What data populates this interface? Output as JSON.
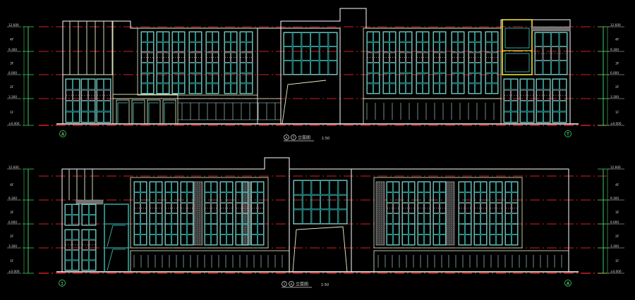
{
  "colors": {
    "background": "#000000",
    "outline": "#ffffff",
    "building": "#e8f5c8",
    "glass": "#3fd0c8",
    "window_frame": "#bfe8e0",
    "datum_line": "#d42020",
    "yellow_bay": "#f0e030",
    "grid_bubble": "#20c040",
    "dim_line": "#40d060",
    "label_text": "#d8d8d8",
    "hatch": "#b8b8b8"
  },
  "elevations": [
    {
      "title_axes": [
        "A",
        "T"
      ],
      "title_label": "立面图",
      "title_scale": "1:50",
      "left_axis": "A",
      "right_axis": "T",
      "dim_left": [
        "12.600",
        "9.300",
        "6.000",
        "3.300",
        "±0.000"
      ],
      "dim_right": [
        "12.600",
        "9.300",
        "6.000",
        "3.300",
        "±0.000"
      ],
      "floor_tags": [
        "4F",
        "3F",
        "2F",
        "1F"
      ]
    },
    {
      "title_axes": [
        "T",
        "A"
      ],
      "title_label": "立面图",
      "title_scale": "1:50",
      "left_axis": "1",
      "right_axis": "A",
      "dim_left": [
        "12.600",
        "9.300",
        "6.000",
        "3.300",
        "±0.000"
      ],
      "dim_right": [
        "12.600",
        "9.300",
        "6.000",
        "3.300",
        "±0.000"
      ],
      "floor_tags": [
        "4F",
        "3F",
        "2F",
        "1F"
      ]
    }
  ]
}
